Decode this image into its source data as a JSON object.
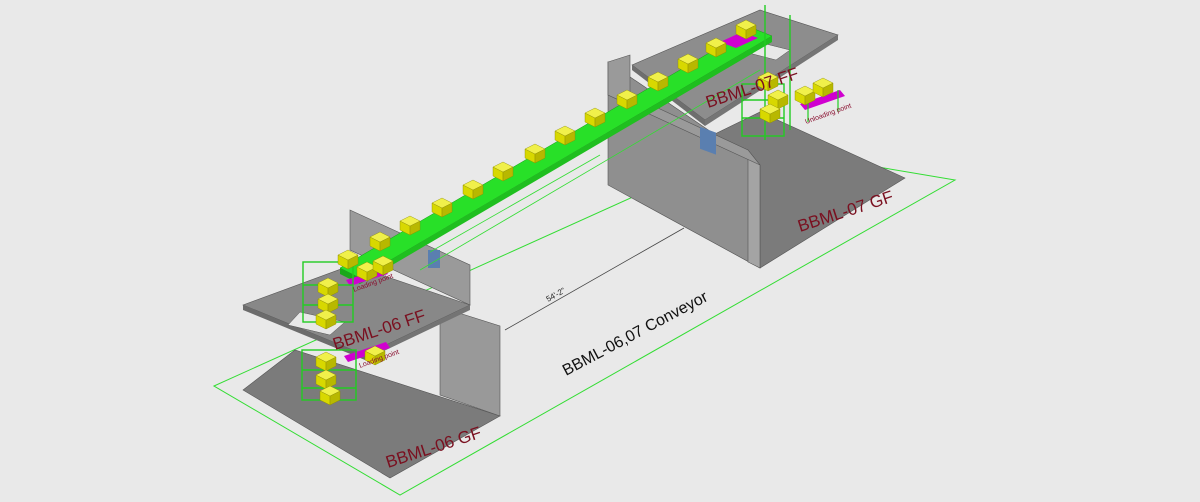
{
  "title": "BBML-06,07 Conveyor",
  "dimension": "54'-2\"",
  "floors": {
    "b06_ff": "BBML-06 FF",
    "b06_gf": "BBML-06 GF",
    "b07_ff": "BBML-07 FF",
    "b07_gf": "BBML-07 GF"
  },
  "points": {
    "loading_upper": "Loading point",
    "loading_lower": "Loading point",
    "unloading": "Unloading point"
  },
  "colors": {
    "background": "#e9e9e9",
    "floor": "#7b7b7b",
    "wall": "#8d8d8d",
    "conveyor": "#28e028",
    "box": "#d8d800",
    "frame": "#22cc22",
    "label": "#7a1020",
    "magenta": "#d000d0",
    "outline": "#33dd33"
  }
}
